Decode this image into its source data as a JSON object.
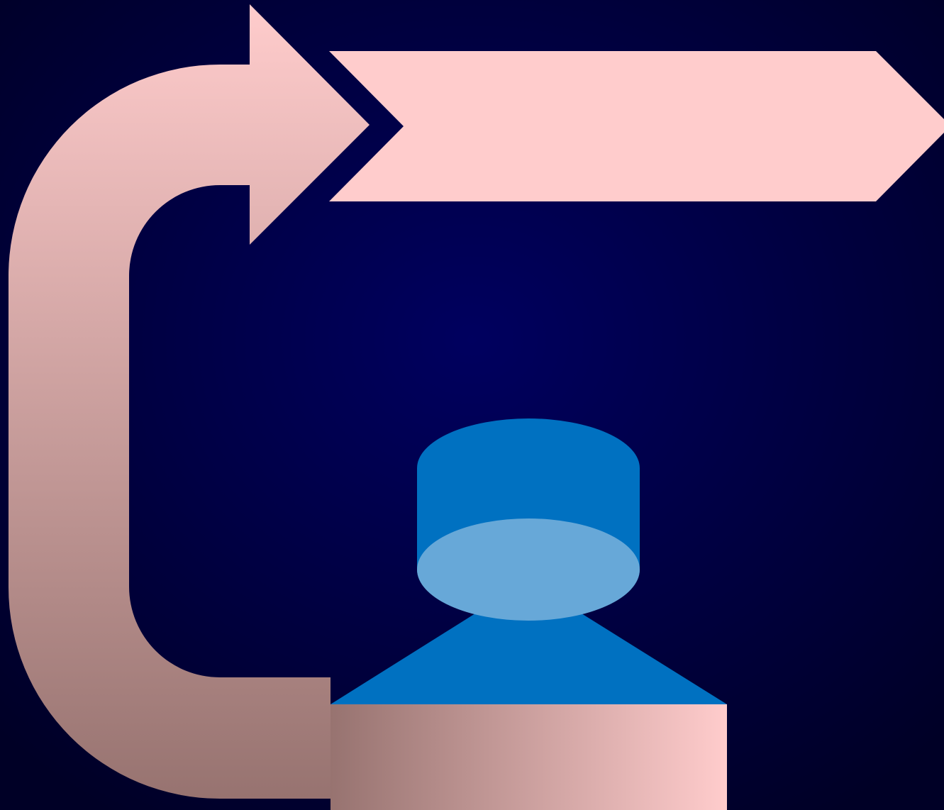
{
  "colors": {
    "background_center": "#00005F",
    "background_edge": "#000026",
    "arrow_pink": "#FFCCCC",
    "arrow_pink_dark": "#977370",
    "cylinder_blue": "#0071C1",
    "cylinder_top_light": "#67A8D8"
  },
  "shapes": {
    "curved_arrow": "curved-arrow",
    "chevron_arrow": "chevron-arrow",
    "cylinder": "cylinder",
    "cone_base": "cone-base",
    "pedestal": "pedestal-block"
  }
}
